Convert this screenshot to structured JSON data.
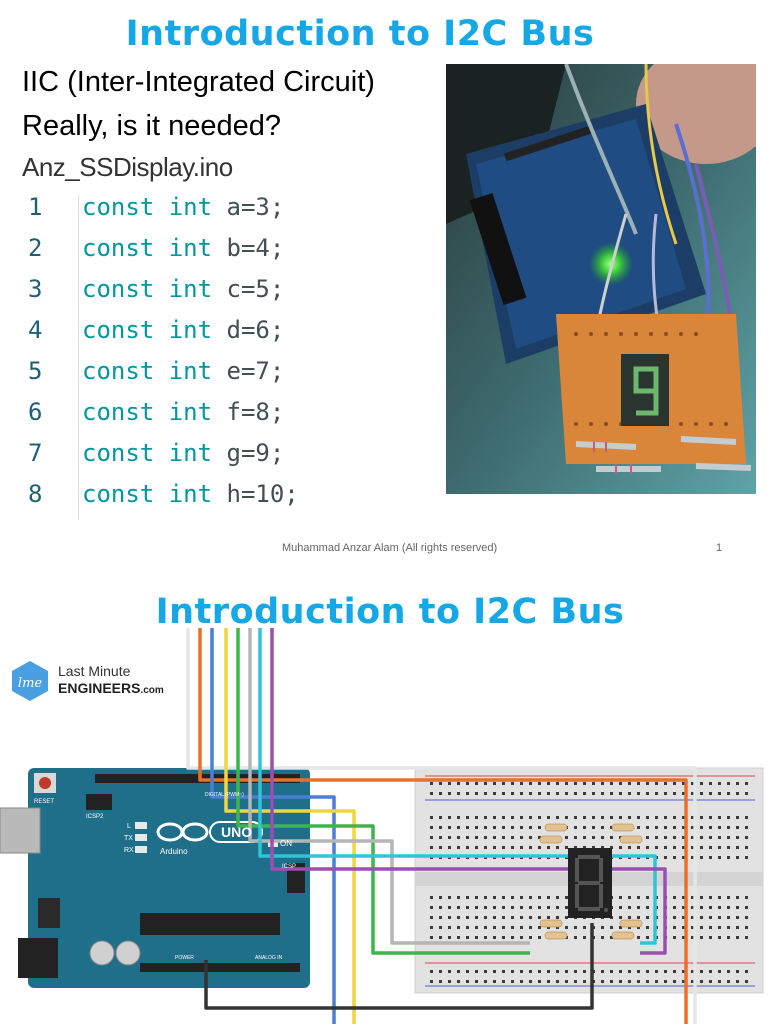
{
  "slide1": {
    "title": "Introduction to I2C Bus",
    "line1": "IIC (Inter-Integrated Circuit)",
    "line2": "Really, is it needed?",
    "filename": "Anz_SSDisplay.ino",
    "code": [
      {
        "num": "1",
        "kw": "const int",
        "rest": " a=3;"
      },
      {
        "num": "2",
        "kw": "const int",
        "rest": " b=4;"
      },
      {
        "num": "3",
        "kw": "const int",
        "rest": " c=5;"
      },
      {
        "num": "4",
        "kw": "const int",
        "rest": " d=6;"
      },
      {
        "num": "5",
        "kw": "const int",
        "rest": " e=7;"
      },
      {
        "num": "6",
        "kw": "const int",
        "rest": " f=8;"
      },
      {
        "num": "7",
        "kw": "const int",
        "rest": " g=9;"
      },
      {
        "num": "8",
        "kw": "const int",
        "rest": " h=10;"
      }
    ],
    "footer": "Muhammad Anzar Alam (All rights reserved)",
    "page_number": "1"
  },
  "slide2": {
    "title": "Introduction to I2C Bus",
    "logo_line1": "Last Minute",
    "logo_line2": "ENGINEERS",
    "logo_suffix": ".com",
    "board_name": "UNO",
    "board_brand": "Arduino",
    "on_label": "ON",
    "reset_label": "RESET",
    "icsp2_label": "ICSP2",
    "icsp_label": "ICSP",
    "tx_label": "TX",
    "rx_label": "RX",
    "l_label": "L",
    "digital_label": "DIGITAL (PWM~)",
    "power_label": "POWER",
    "analog_label": "ANALOG IN",
    "display_digit": "8."
  },
  "colors": {
    "title_blue": "#15a7e6",
    "arduino_teal": "#1f6f8b",
    "wire_orange": "#e8702a",
    "wire_blue": "#4a7fd6",
    "wire_yellow": "#f2d53c",
    "wire_green": "#3cb54a",
    "wire_gray": "#b5b5b5",
    "wire_cyan": "#2fc4d8",
    "wire_purple": "#9b4fb0",
    "wire_white": "#e6e6e6",
    "wire_black": "#333333"
  }
}
